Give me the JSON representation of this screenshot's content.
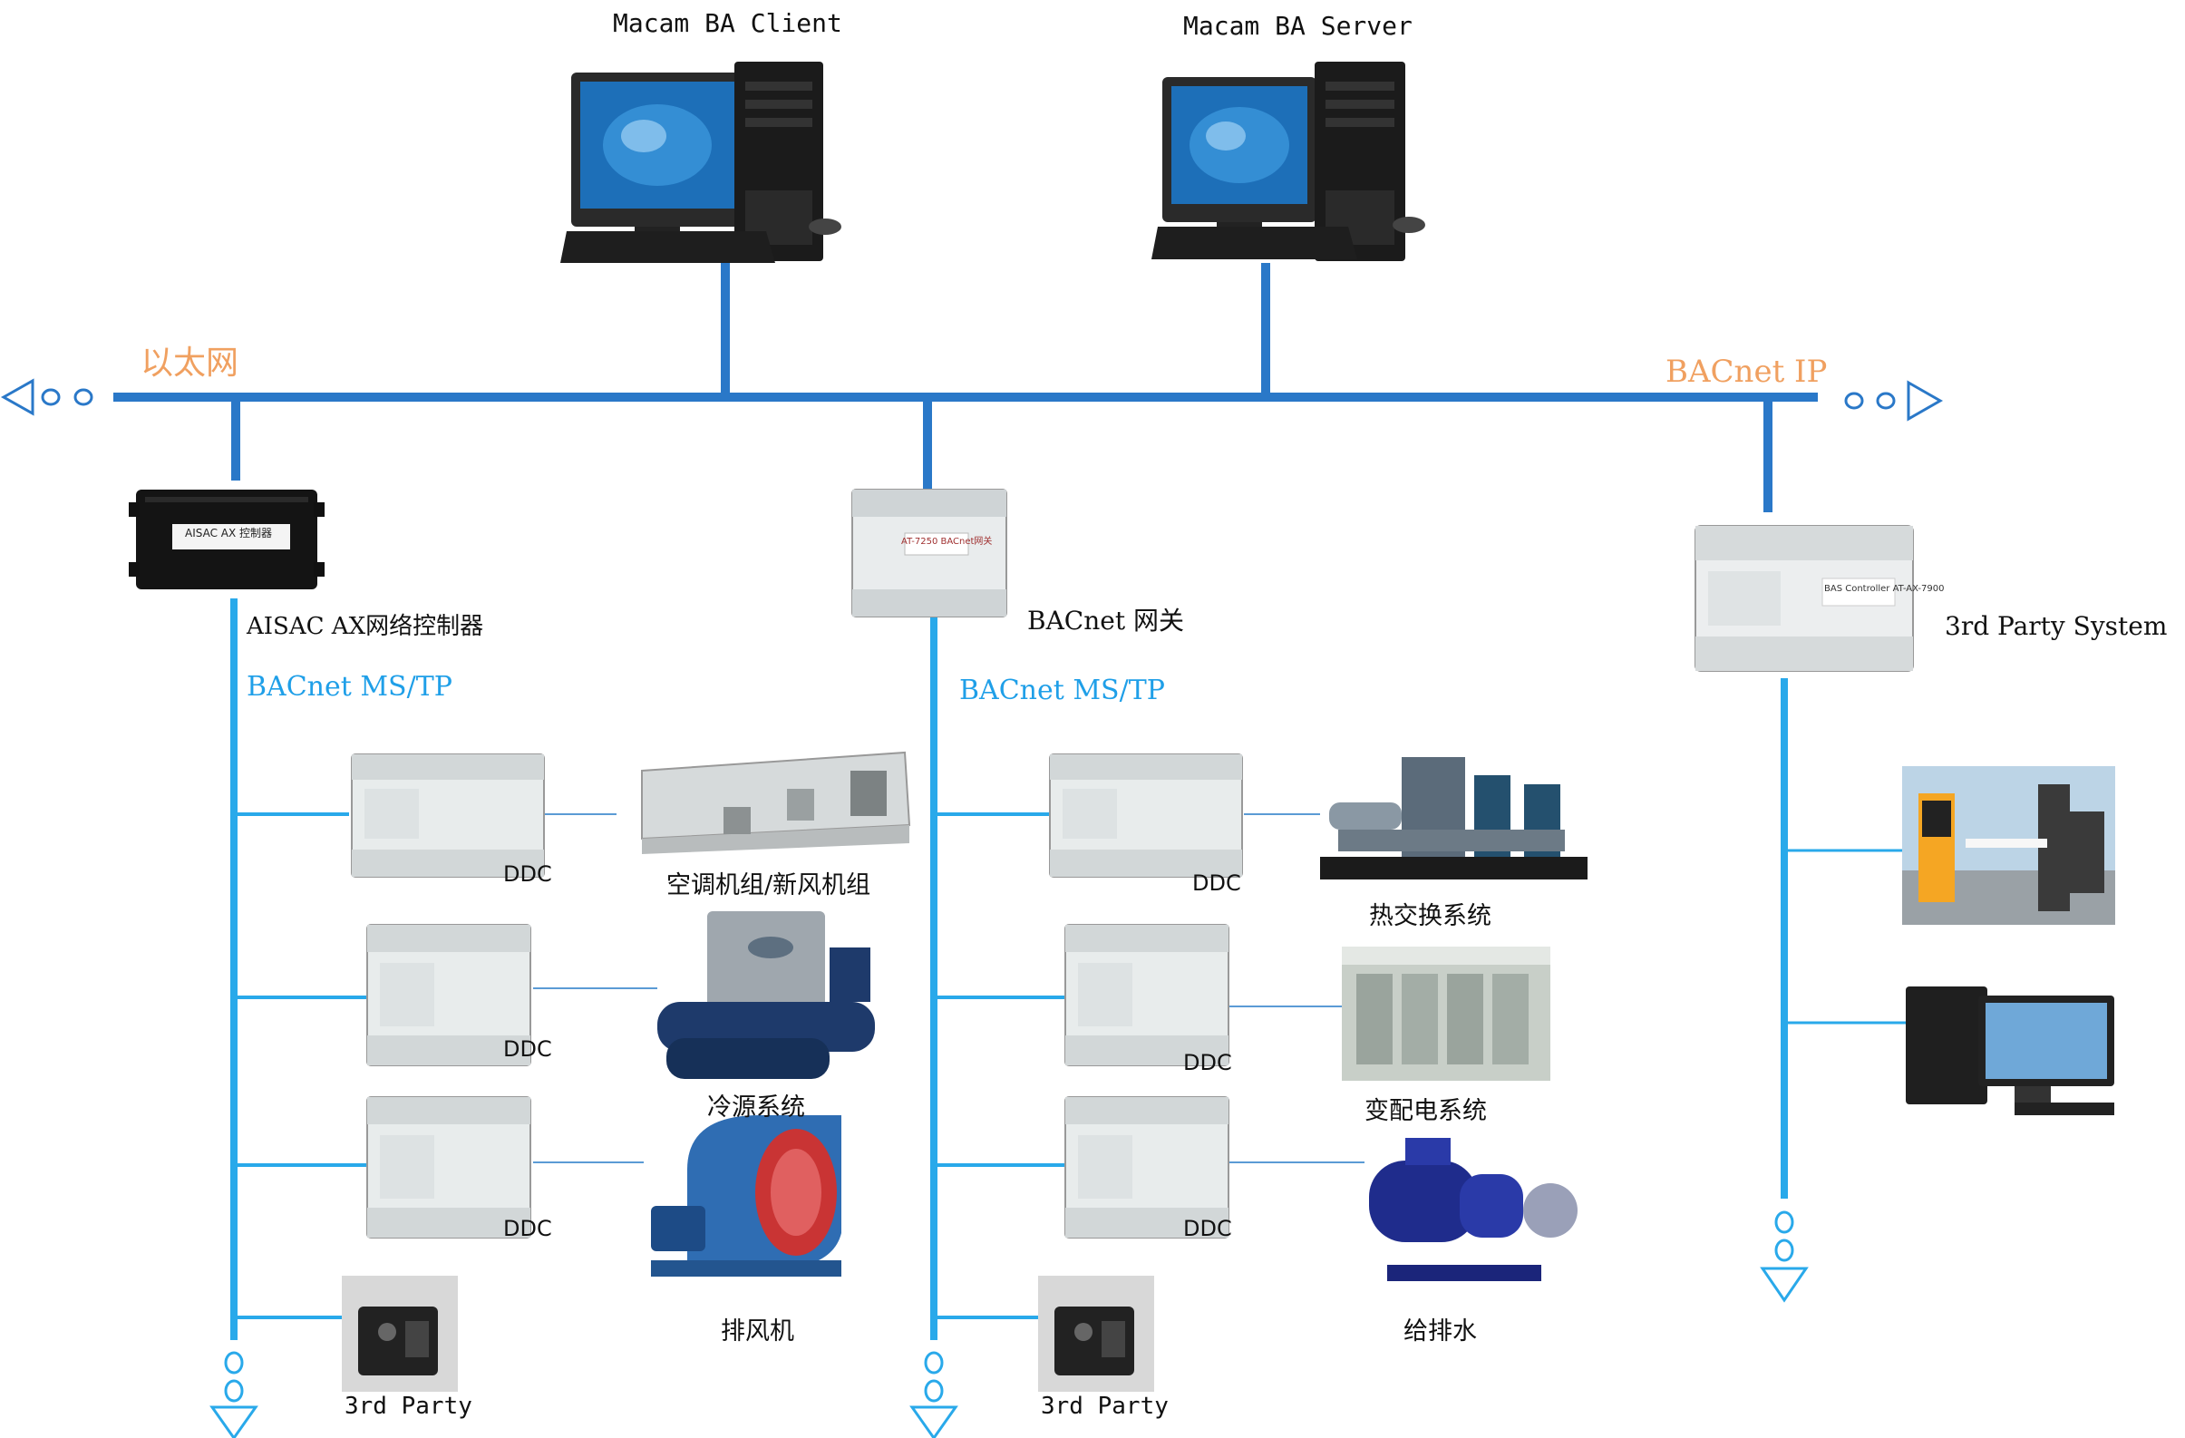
{
  "colors": {
    "backbone": "#2a78c8",
    "mstp": "#29a9ea",
    "label_blue": "#1f9fe8",
    "label_orange": "#f0a060",
    "device_body": "#e8ecec"
  },
  "network": {
    "ethernet_label": "以太网",
    "bacnet_ip_label": "BACnet IP",
    "mstp_label_1": "BACnet MS/TP",
    "mstp_label_2": "BACnet MS/TP"
  },
  "servers": {
    "client_label": "Macam BA Client",
    "server_label": "Macam BA Server"
  },
  "controllers": {
    "aisac_label": "AISAC AX网络控制器",
    "aisac_face_text": "AISAC AX 控制器",
    "gateway_label": "BACnet 网关",
    "gateway_face_text": "AT-7250  BACnet网关",
    "third_party_label": "3rd Party System",
    "third_party_face_text": "BAS Controller  AT-AX-7900"
  },
  "branch1": {
    "ddc_labels": [
      "DDC",
      "DDC",
      "DDC"
    ],
    "equipment_labels": [
      "空调机组/新风机组",
      "冷源系统",
      "排风机"
    ],
    "third_party": "3rd Party"
  },
  "branch2": {
    "ddc_labels": [
      "DDC",
      "DDC",
      "DDC"
    ],
    "equipment_labels": [
      "热交换系统",
      "变配电系统",
      "给排水"
    ],
    "third_party": "3rd Party"
  },
  "icons": {
    "left_arrow": "left-arrow-icon",
    "right_arrow": "right-arrow-icon",
    "down_arrow": "down-arrow-icon",
    "computer": "computer-icon",
    "ddc": "ddc-module-icon"
  }
}
